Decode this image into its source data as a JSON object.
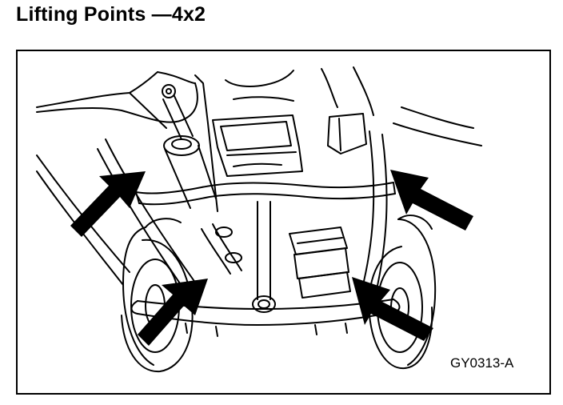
{
  "page": {
    "title": "Lifting Points —4x2"
  },
  "figure": {
    "code": "GY0313-A",
    "lifting_point_arrows": 4,
    "colors": {
      "ink": "#000000",
      "paper": "#ffffff"
    }
  }
}
